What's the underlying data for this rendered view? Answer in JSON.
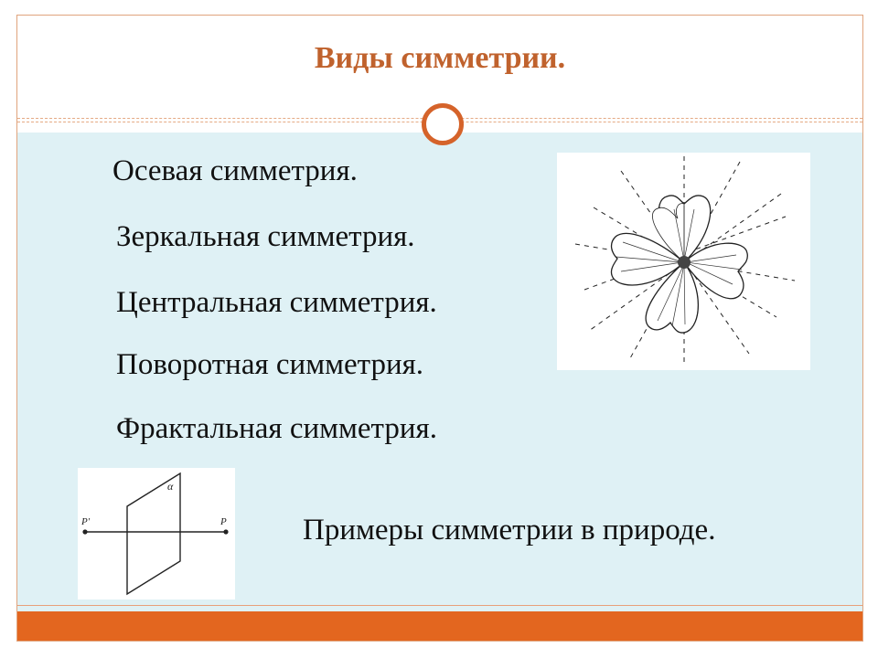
{
  "title": "Виды симметрии.",
  "bullets": [
    "Осевая симметрия.",
    "Зеркальная симметрия.",
    "Центральная симметрия.",
    "Поворотная  симметрия.",
    "Фрактальная симметрия."
  ],
  "figure_labels": {
    "point_left": "P'",
    "point_right": "P",
    "plane_label": "α"
  },
  "caption": "Примеры симметрии в природе.",
  "colors": {
    "title": "#c0622d",
    "accent_orange": "#e3661f",
    "content_bg": "#dff1f5",
    "frame_border": "#e0a47d"
  }
}
